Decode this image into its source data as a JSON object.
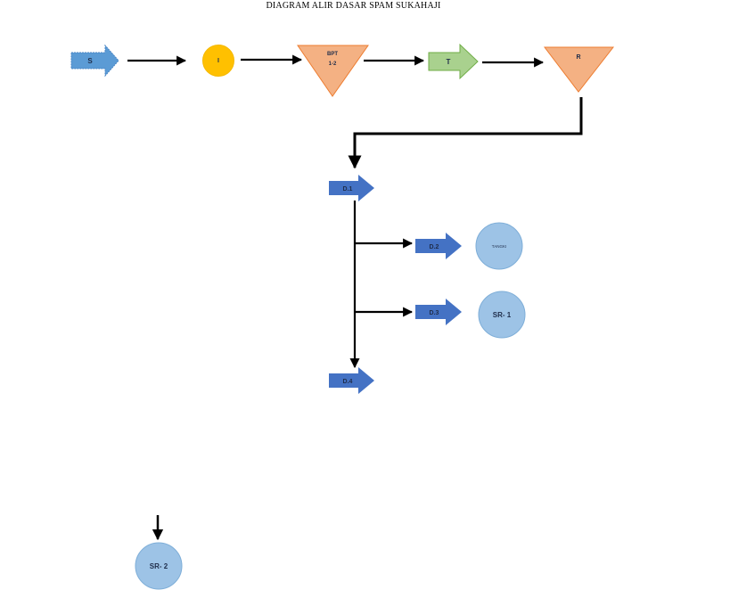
{
  "title": "DIAGRAM ALIR DASAR SPAM SUKAHAJI",
  "colors": {
    "source": "#5b9bd5",
    "intake": "#ffc000",
    "bpt": "#f4b183",
    "transfer": "#a9d18e",
    "reservoir": "#f4b183",
    "distribution": "#4472c4",
    "consumer": "#9dc3e6",
    "line": "#000000"
  },
  "nodes": {
    "source": "S",
    "intake": "I",
    "bpt_line1": "BPT",
    "bpt_line2": "1-2",
    "transfer": "T",
    "reservoir": "R",
    "d1": "D.1",
    "d2": "D.2",
    "d3": "D.3",
    "d4": "D.4",
    "tangki": "TANGKI",
    "sr1": "SR- 1",
    "sr2": "SR- 2"
  }
}
